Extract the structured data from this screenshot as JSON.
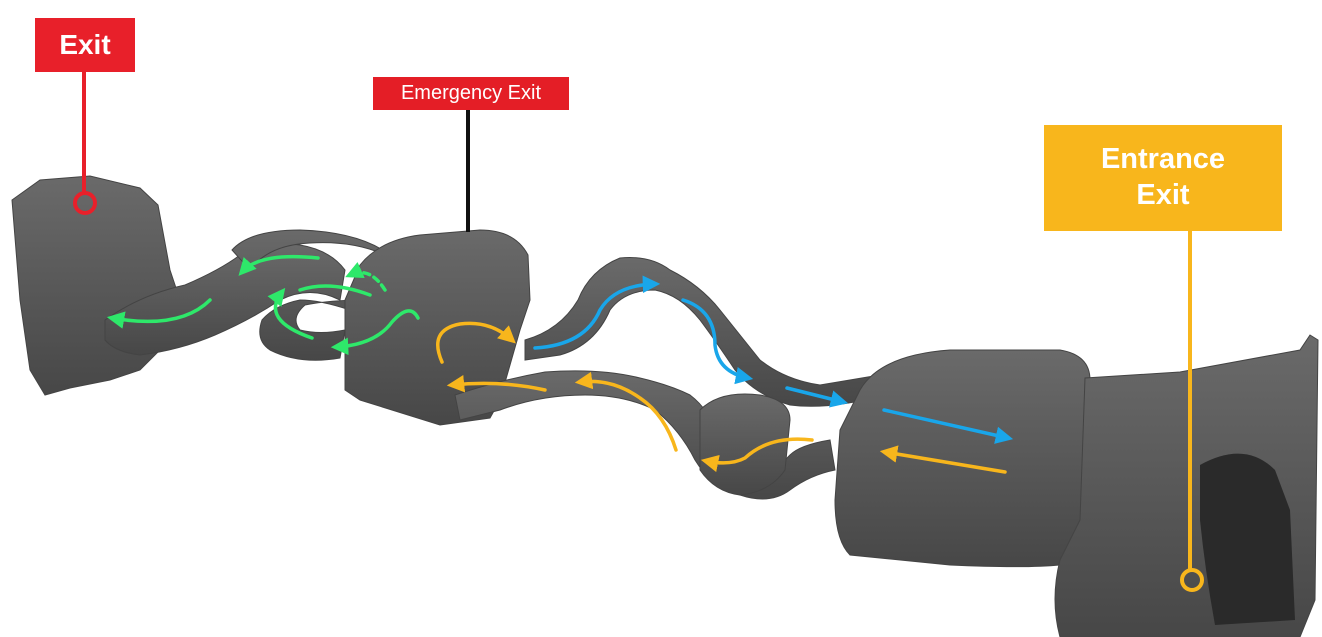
{
  "labels": {
    "exit": "Exit",
    "emergency_exit": "Emergency Exit",
    "entrance_line1": "Entrance",
    "entrance_line2": "Exit"
  },
  "colors": {
    "background": "#ffffff",
    "cave_fill": "#5a5a5a",
    "cave_shadow": "#3f3f3f",
    "cave_highlight": "#6e6e6e",
    "exit_red": "#e8202a",
    "emergency_red": "#e41e26",
    "entrance_orange": "#f8b61c",
    "leader_black": "#111111",
    "path_green": "#2ee86a",
    "path_blue": "#19a6ea",
    "path_orange": "#f8b61c"
  },
  "paths": {
    "green": "exit-route",
    "blue": "inbound-route",
    "orange": "outbound-route"
  }
}
